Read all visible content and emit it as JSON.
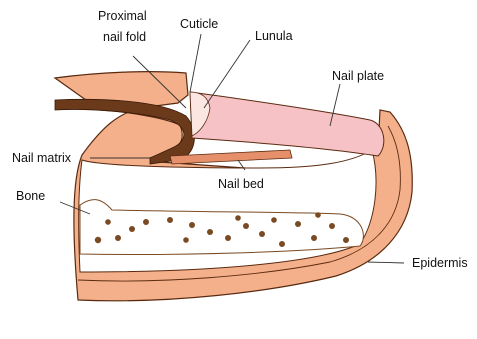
{
  "diagram": {
    "labels": {
      "proximal_nail_fold_line1": "Proximal",
      "proximal_nail_fold_line2": "nail fold",
      "cuticle": "Cuticle",
      "lunula": "Lunula",
      "nail_plate": "Nail plate",
      "nail_matrix": "Nail matrix",
      "nail_bed": "Nail bed",
      "bone": "Bone",
      "epidermis": "Epidermis"
    },
    "colors": {
      "skin": "#F4B08A",
      "skin_outline": "#5A2A10",
      "matrix": "#6B3A1B",
      "nail_plate": "#F7C2C6",
      "lunula": "#FBE6E2",
      "nail_bed": "#E5906A",
      "bone_dots": "#7A4A22",
      "leader_line": "#333333"
    }
  }
}
